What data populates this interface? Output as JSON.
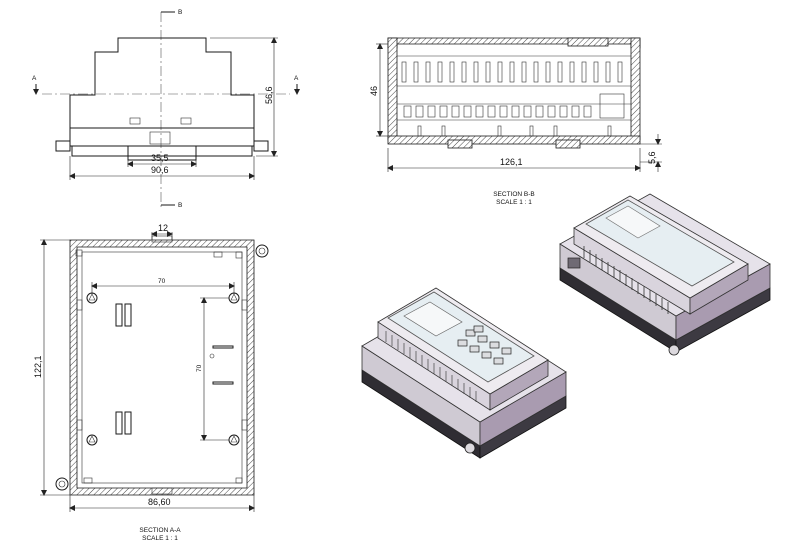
{
  "front_view": {
    "dim_height": "56,6",
    "dim_inner_width": "35,5",
    "dim_overall_width": "90,6",
    "section_mark": "B",
    "section_mark_side": "A"
  },
  "section_bb": {
    "dim_height": "46",
    "dim_length": "126,1",
    "dim_foot": "5,6",
    "caption": "SECTION B-B",
    "scale": "SCALE 1 : 1"
  },
  "section_aa": {
    "dim_top": "12",
    "dim_hole_x": "70",
    "dim_hole_y": "70",
    "dim_height": "122,1",
    "dim_width": "86,60",
    "caption": "SECTION A-A",
    "scale": "SCALE 1 : 1"
  },
  "colors": {
    "housing_light": "#d9d4dd",
    "housing_purple": "#a99bb0",
    "base_dark": "#2f2d33",
    "cover_clear": "#e6eef2"
  }
}
